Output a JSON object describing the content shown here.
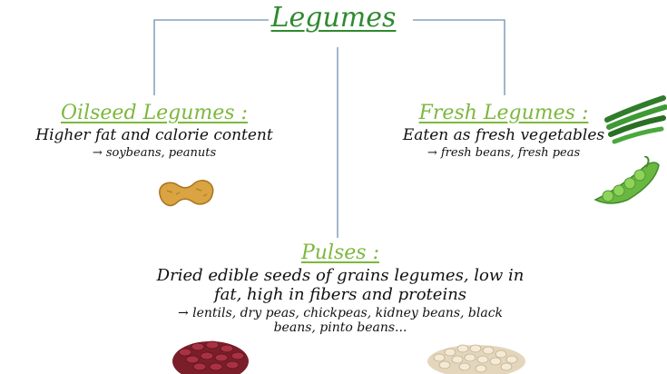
{
  "title": "Legumes",
  "oilseed": {
    "heading": "Oilseed Legumes :",
    "description": "Higher fat and calorie content",
    "examples": "→ soybeans, peanuts"
  },
  "fresh": {
    "heading": "Fresh Legumes :",
    "description": "Eaten as fresh vegetables",
    "examples": "→ fresh beans, fresh peas"
  },
  "pulses": {
    "heading": "Pulses :",
    "description_line1": "Dried edible seeds of grains legumes, low in",
    "description_line2": "fat, high in fibers and proteins",
    "examples_line1": "→ lentils, dry peas, chickpeas, kidney beans, black",
    "examples_line2": "beans, pinto beans..."
  },
  "colors": {
    "title": "#2f8a2f",
    "headings": "#7cb83d",
    "connector": "#6f8fb0"
  },
  "icons": [
    "peanut-image",
    "green-beans-image",
    "peas-pod-image",
    "kidney-beans-image",
    "white-beans-image"
  ]
}
